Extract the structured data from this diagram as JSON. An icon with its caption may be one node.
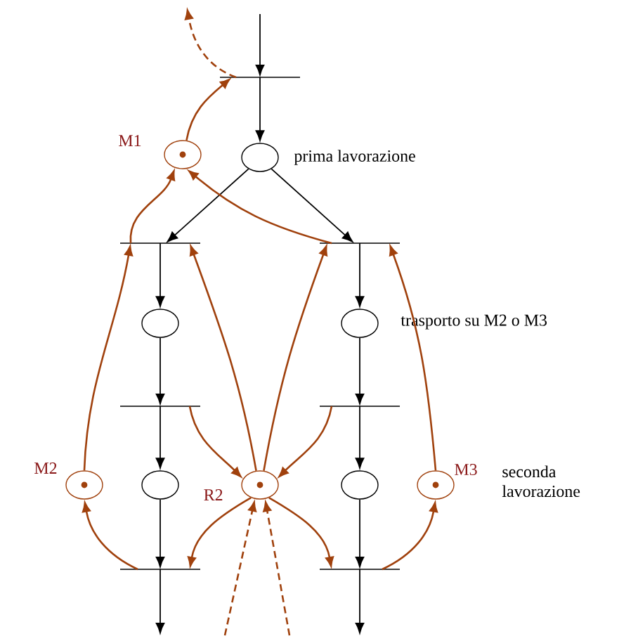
{
  "diagram": {
    "nodes": [
      {
        "text": [],
        "shape": "bar"
      },
      {
        "text": [],
        "shape": "circle",
        "beside": [
          "M1"
        ]
      },
      {
        "text": [],
        "shape": "circle",
        "beside": [
          "prima lavorazione"
        ]
      },
      {
        "text": [],
        "shape": "bar"
      },
      {
        "text": [],
        "shape": "bar"
      },
      {
        "text": [],
        "shape": "circle"
      },
      {
        "text": [],
        "shape": "circle",
        "beside": [
          "trasporto su M2 o M3"
        ]
      },
      {
        "text": [],
        "shape": "bar"
      },
      {
        "text": [],
        "shape": "bar"
      },
      {
        "text": [],
        "shape": "circle",
        "beside": [
          "M2"
        ]
      },
      {
        "text": [],
        "shape": "circle"
      },
      {
        "text": [],
        "shape": "circle",
        "beside": [
          "R2"
        ]
      },
      {
        "text": [],
        "shape": "circle"
      },
      {
        "text": [],
        "shape": "circle",
        "beside": [
          "M3"
        ]
      },
      {
        "text": [],
        "shape": "bar"
      },
      {
        "text": [],
        "shape": "bar"
      }
    ],
    "edges": [
      {
        "from": null,
        "to": 0,
        "arrow": "to",
        "color": "#000000"
      },
      {
        "from": 0,
        "to": 2,
        "arrow": "to",
        "color": "#000000"
      },
      {
        "from": 2,
        "to": 3,
        "arrow": "to",
        "color": "#000000"
      },
      {
        "from": 2,
        "to": 4,
        "arrow": "to",
        "color": "#000000"
      },
      {
        "from": 3,
        "to": 5,
        "arrow": "to",
        "color": "#000000"
      },
      {
        "from": 4,
        "to": 6,
        "arrow": "to",
        "color": "#000000"
      },
      {
        "from": 5,
        "to": 7,
        "arrow": "to",
        "color": "#000000"
      },
      {
        "from": 6,
        "to": 8,
        "arrow": "to",
        "color": "#000000"
      },
      {
        "from": 7,
        "to": 10,
        "arrow": "to",
        "color": "#000000"
      },
      {
        "from": 8,
        "to": 12,
        "arrow": "to",
        "color": "#000000"
      },
      {
        "from": 10,
        "to": 14,
        "arrow": "to",
        "color": "#000000"
      },
      {
        "from": 12,
        "to": 15,
        "arrow": "to",
        "color": "#000000"
      },
      {
        "from": 14,
        "to": null,
        "arrow": "to",
        "color": "#000000"
      },
      {
        "from": 15,
        "to": null,
        "arrow": "to",
        "color": "#000000"
      },
      {
        "from": 0,
        "to": null,
        "arrow": "to",
        "style": "dashed"
      },
      {
        "from": 1,
        "to": 0,
        "arrow": "to"
      },
      {
        "from": 3,
        "to": 1,
        "arrow": "to"
      },
      {
        "from": 4,
        "to": 1,
        "arrow": "to"
      },
      {
        "from": 9,
        "to": 3,
        "arrow": "to"
      },
      {
        "from": 11,
        "to": 3,
        "arrow": "to"
      },
      {
        "from": 11,
        "to": 4,
        "arrow": "to"
      },
      {
        "from": 13,
        "to": 4,
        "arrow": "to"
      },
      {
        "from": 7,
        "to": 11,
        "arrow": "to"
      },
      {
        "from": 8,
        "to": 11,
        "arrow": "to"
      },
      {
        "from": 14,
        "to": 9,
        "arrow": "to"
      },
      {
        "from": 15,
        "to": 13,
        "arrow": "to"
      },
      {
        "from": 11,
        "to": 14,
        "arrow": "to"
      },
      {
        "from": 11,
        "to": 15,
        "arrow": "to"
      },
      {
        "from": null,
        "to": 11,
        "arrow": "to",
        "style": "dashed"
      },
      {
        "from": null,
        "to": 11,
        "arrow": "to",
        "style": "dashed"
      }
    ],
    "labels": [
      "seconda lavorazione"
    ]
  }
}
